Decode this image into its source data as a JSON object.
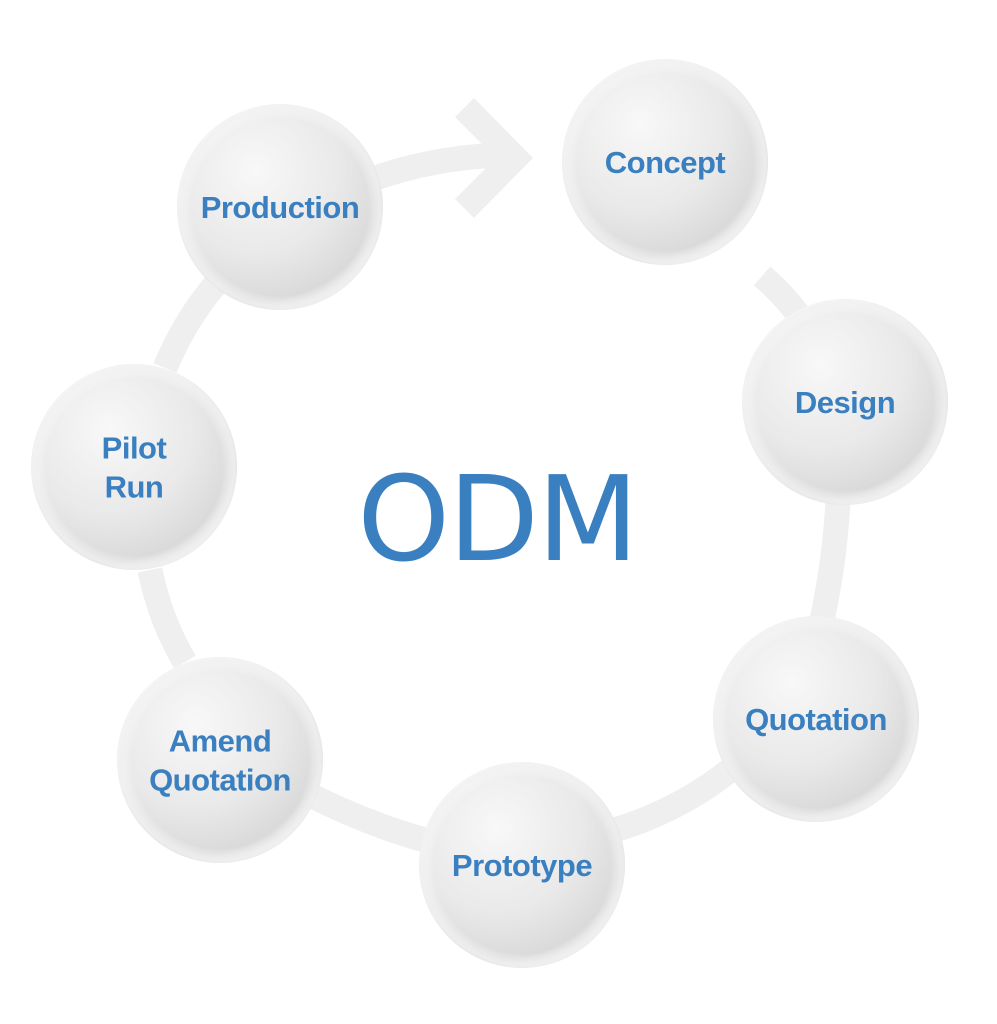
{
  "title": "ODM",
  "colors": {
    "text": "#3a7fc0",
    "connector": "#efefef",
    "sphere_light": "#f6f6f6",
    "sphere_dark": "#d2d2d2",
    "background": "#ffffff"
  },
  "nodes": [
    {
      "id": "concept",
      "lines": [
        "Concept"
      ]
    },
    {
      "id": "design",
      "lines": [
        "Design"
      ]
    },
    {
      "id": "quotation",
      "lines": [
        "Quotation"
      ]
    },
    {
      "id": "prototype",
      "lines": [
        "Prototype"
      ]
    },
    {
      "id": "amend-quotation",
      "lines": [
        "Amend",
        "Quotation"
      ]
    },
    {
      "id": "pilot-run",
      "lines": [
        "Pilot",
        "Run"
      ]
    },
    {
      "id": "production",
      "lines": [
        "Production"
      ]
    }
  ],
  "flow": {
    "direction": "clockwise",
    "arrow_icon": "arrow-right-icon",
    "arrow_from": "production",
    "arrow_to": "concept"
  }
}
